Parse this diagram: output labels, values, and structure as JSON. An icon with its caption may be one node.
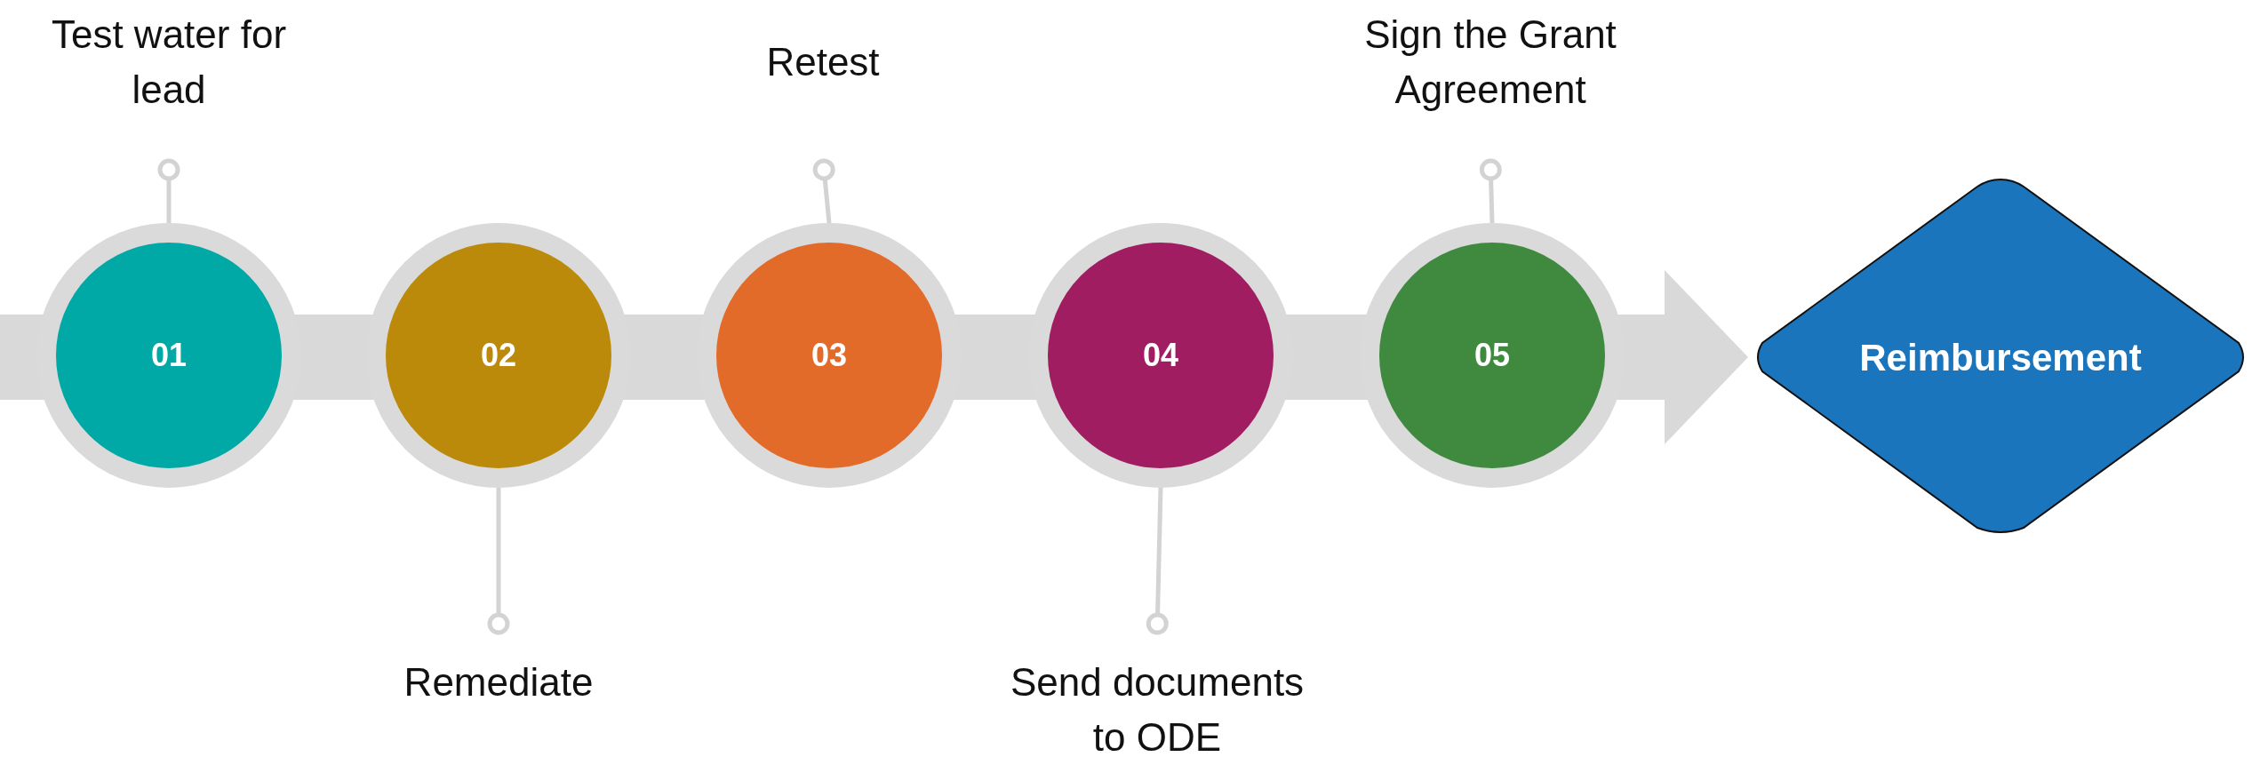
{
  "diagram": {
    "nodes": [
      {
        "text": [
          "Test water for lead"
        ]
      },
      {
        "text": [
          "01"
        ]
      },
      {
        "text": [
          "Remediate"
        ]
      },
      {
        "text": [
          "02"
        ]
      },
      {
        "text": [
          "Retest"
        ]
      },
      {
        "text": [
          "03"
        ]
      },
      {
        "text": [
          "Send documents to ODE"
        ]
      },
      {
        "text": [
          "04"
        ]
      },
      {
        "text": [
          "Sign the Grant Agreement"
        ]
      },
      {
        "text": [
          "05"
        ]
      },
      {
        "text": [
          "Reimbursement"
        ]
      }
    ],
    "edges": [
      {
        "from": 0,
        "to": 1,
        "arrow": "other"
      },
      {
        "from": 2,
        "to": 3,
        "arrow": "other"
      },
      {
        "from": 4,
        "to": 5,
        "arrow": "other"
      },
      {
        "from": 6,
        "to": 7,
        "arrow": "other"
      },
      {
        "from": 8,
        "to": 9,
        "arrow": "other"
      },
      {
        "from": null,
        "to": 10,
        "arrow": "to",
        "style": "thick"
      }
    ]
  }
}
